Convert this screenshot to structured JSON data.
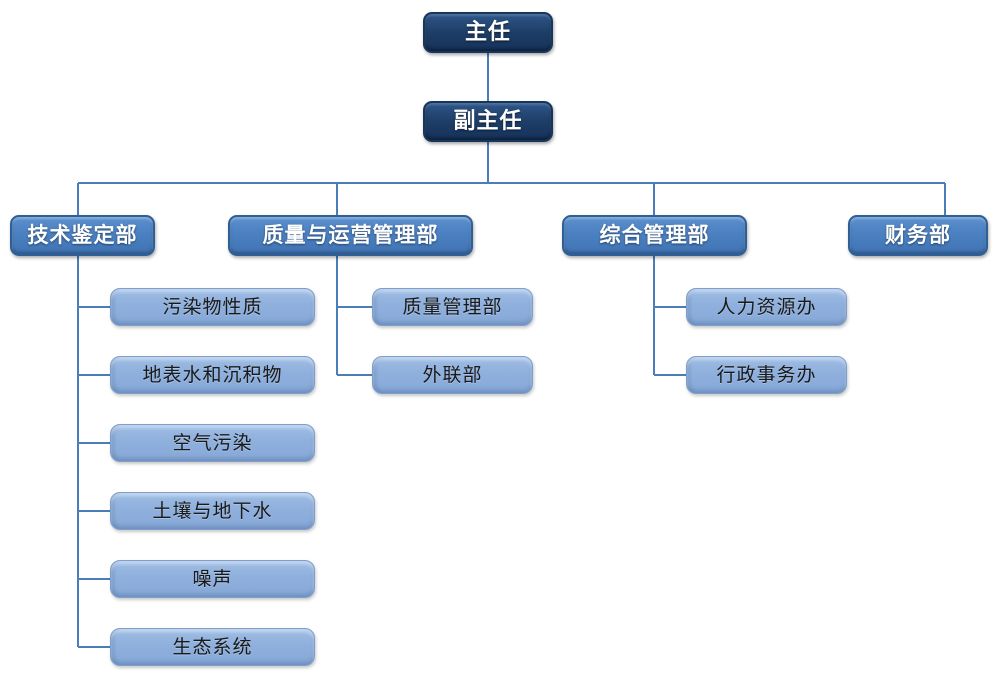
{
  "chart": {
    "type": "org-chart",
    "title": "",
    "line_color": "#4a7ebb",
    "levels": {
      "lvl1_fill": "#1e3e67",
      "lvl1_text": "#ffffff",
      "lvl2_fill": "#4a7fc0",
      "lvl2_text": "#ffffff",
      "lvl3_fill": "#8fb0dd",
      "lvl3_text": "#1a1a1a"
    }
  },
  "nodes": {
    "director": {
      "label": "主任"
    },
    "deputy_director": {
      "label": "副主任"
    },
    "departments": [
      {
        "label": "技术鉴定部"
      },
      {
        "label": "质量与运营管理部"
      },
      {
        "label": "综合管理部"
      },
      {
        "label": "财务部"
      }
    ],
    "technical_children": [
      {
        "label": "污染物性质"
      },
      {
        "label": "地表水和沉积物"
      },
      {
        "label": "空气污染"
      },
      {
        "label": "土壤与地下水"
      },
      {
        "label": "噪声"
      },
      {
        "label": "生态系统"
      }
    ],
    "quality_children": [
      {
        "label": "质量管理部"
      },
      {
        "label": "外联部"
      }
    ],
    "general_children": [
      {
        "label": "人力资源办"
      },
      {
        "label": "行政事务办"
      }
    ]
  }
}
